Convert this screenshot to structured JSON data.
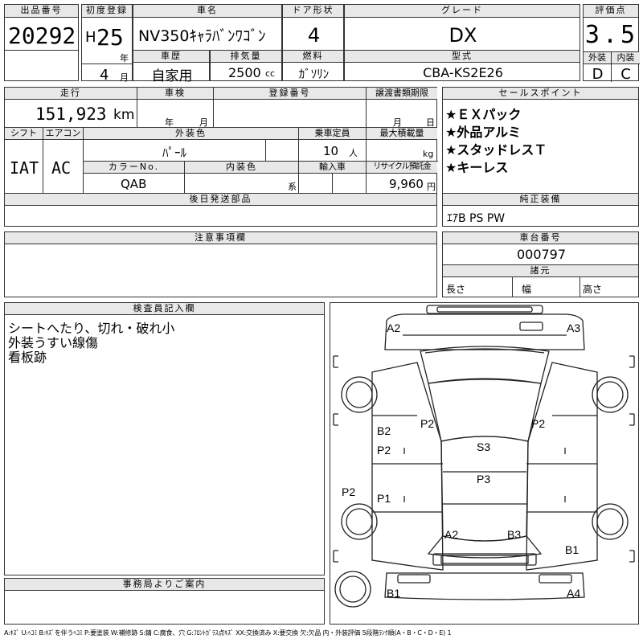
{
  "header": {
    "lot_label": "出品番号",
    "lot_no": "20292",
    "first_reg_label": "初度登録",
    "era": "H",
    "year": "25",
    "year_unit": "年",
    "month": "4",
    "month_unit": "月",
    "car_name_label": "車名",
    "car_name": "NV350ｷｬﾗﾊﾞﾝﾜｺﾞﾝ",
    "door_label": "ドア形状",
    "doors": "4",
    "grade_label": "グレード",
    "grade": "DX",
    "score_label": "評価点",
    "score": "3.5",
    "history_label": "車歴",
    "history": "自家用",
    "displacement_label": "排気量",
    "displacement": "2500",
    "cc": "cc",
    "fuel_label": "燃料",
    "fuel": "ｶﾞｿﾘﾝ",
    "model_label": "型式",
    "model": "CBA-KS2E26",
    "ext_label": "外装",
    "ext_grade": "D",
    "int_label": "内装",
    "int_grade": "C"
  },
  "mid": {
    "mileage_label": "走行",
    "mileage": "151,923",
    "km": "km",
    "inspection_label": "車検",
    "year_unit": "年",
    "month_unit": "月",
    "regno_label": "登録番号",
    "transfer_label": "譲渡書類期限",
    "month_unit2": "月",
    "day_unit": "日",
    "shift_label": "シフト",
    "shift": "IAT",
    "ac_label": "エアコン",
    "ac": "AC",
    "color_label": "外装色",
    "color": "ﾊﾟｰﾙ",
    "capacity_label": "乗車定員",
    "capacity": "10",
    "person_unit": "人",
    "maxload_label": "最大積載量",
    "kg": "kg",
    "colorno_label": "カラーNo.",
    "colorno": "QAB",
    "intcolor_label": "内装色",
    "kei": "系",
    "import_label": "輸入車",
    "recycle_label": "リサイクル預託金",
    "recycle": "9,960",
    "yen": "円",
    "later_label": "後日発送部品"
  },
  "sales": {
    "label": "セールスポイント",
    "points": [
      "★ＥＸパック",
      "★外品アルミ",
      "★スタッドレスＴ",
      "★キーレス"
    ]
  },
  "equip": {
    "label": "純正装備",
    "value": "ｴｱB PS PW"
  },
  "chassis": {
    "label": "車台番号",
    "value": "000797"
  },
  "dims": {
    "label": "諸元",
    "length": "長さ",
    "width": "幅",
    "height": "高さ"
  },
  "notes": {
    "label": "注意事項欄"
  },
  "inspector": {
    "label": "検査員記入欄",
    "lines": [
      "シートへたり、切れ・破れ小",
      "外装うすい線傷",
      "看板跡"
    ]
  },
  "office": {
    "label": "事務局よりご案内"
  },
  "diagram_marks": [
    "A2",
    "A3",
    "B2",
    "P2",
    "P2",
    "P2",
    "S3",
    "P2",
    "P1",
    "P3",
    "A2",
    "B3",
    "B1",
    "B1",
    "A4"
  ],
  "legend": "A:ｷｽﾞ U:ﾍｺﾐ B:ｷｽﾞを伴うﾍｺﾐ P:要塗装 W:補修跡 S:錆 C:腐食、穴 G:ﾌﾛﾝﾄｶﾞﾗｽ点ｷｽﾞ XX:交換済み X:要交換 欠:欠品 内・外装評価 5段階ﾗﾝｸ順(A・B・C・D・E) 1"
}
